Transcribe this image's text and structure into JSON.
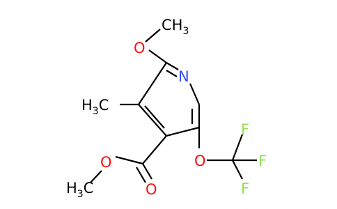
{
  "colors": {
    "bond": "#000000",
    "carbon": "#000000",
    "oxygen": "#ff0d0d",
    "nitrogen": "#3050f8",
    "fluorine": "#90e050",
    "background": "#ffffff"
  },
  "atoms": {
    "methoxy_ch3": {
      "main": "CH",
      "sub": "3"
    },
    "methoxy_o": {
      "main": "O"
    },
    "ring_n": {
      "main": "N"
    },
    "methyl_h3c": {
      "main": "H",
      "sub": "3",
      "tail": "C"
    },
    "ocf3_o": {
      "main": "O"
    },
    "f_top": {
      "main": "F"
    },
    "f_right": {
      "main": "F"
    },
    "f_bottom": {
      "main": "F"
    },
    "ester_o_single": {
      "main": "O"
    },
    "ester_o_double": {
      "main": "O"
    },
    "ester_h3c": {
      "main": "H",
      "sub": "3",
      "tail": "C"
    }
  }
}
